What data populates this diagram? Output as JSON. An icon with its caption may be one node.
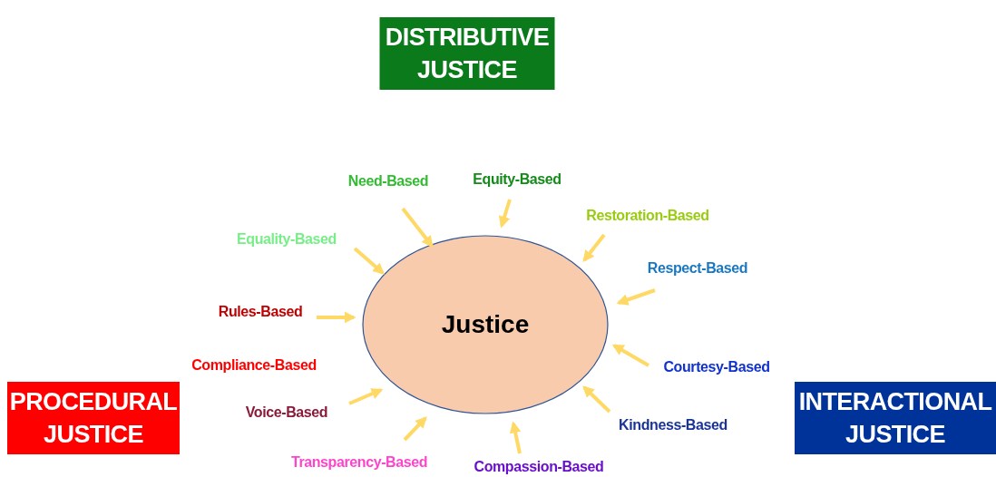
{
  "diagram": {
    "nodes": [
      {
        "text": [
          "DISTRIBUTIVE JUSTICE"
        ]
      },
      {
        "text": [
          "Need-Based"
        ]
      },
      {
        "text": [
          "Equity-Based"
        ]
      },
      {
        "text": [
          "Restoration-Based"
        ]
      },
      {
        "text": [
          "Equality-Based"
        ]
      },
      {
        "text": [
          "Respect-Based"
        ]
      },
      {
        "text": [
          "Rules-Based"
        ]
      },
      {
        "text": [
          "Justice"
        ]
      },
      {
        "text": [
          "Compliance-Based"
        ]
      },
      {
        "text": [
          "Courtesy-Based"
        ]
      },
      {
        "text": [
          "PROCEDURAL JUSTICE"
        ]
      },
      {
        "text": [
          "INTERACTIONAL JUSTICE"
        ]
      },
      {
        "text": [
          "Voice-Based"
        ]
      },
      {
        "text": [
          "Kindness-Based"
        ]
      },
      {
        "text": [
          "Transparency-Based"
        ]
      },
      {
        "text": [
          "Compassion-Based"
        ]
      }
    ],
    "edges": [
      {
        "from": 1,
        "to": 7,
        "arrow": "to"
      },
      {
        "from": 2,
        "to": 7,
        "arrow": "to"
      },
      {
        "from": 3,
        "to": 7,
        "arrow": "to"
      },
      {
        "from": 4,
        "to": 7,
        "arrow": "to"
      },
      {
        "from": 5,
        "to": 7,
        "arrow": "to"
      },
      {
        "from": 6,
        "to": 7,
        "arrow": "to"
      },
      {
        "from": 9,
        "to": 7,
        "arrow": "to"
      },
      {
        "from": 12,
        "to": 7,
        "arrow": "to"
      },
      {
        "from": 13,
        "to": 7,
        "arrow": "to"
      },
      {
        "from": 14,
        "to": 7,
        "arrow": "to"
      },
      {
        "from": 15,
        "to": 7,
        "arrow": "to"
      }
    ]
  }
}
